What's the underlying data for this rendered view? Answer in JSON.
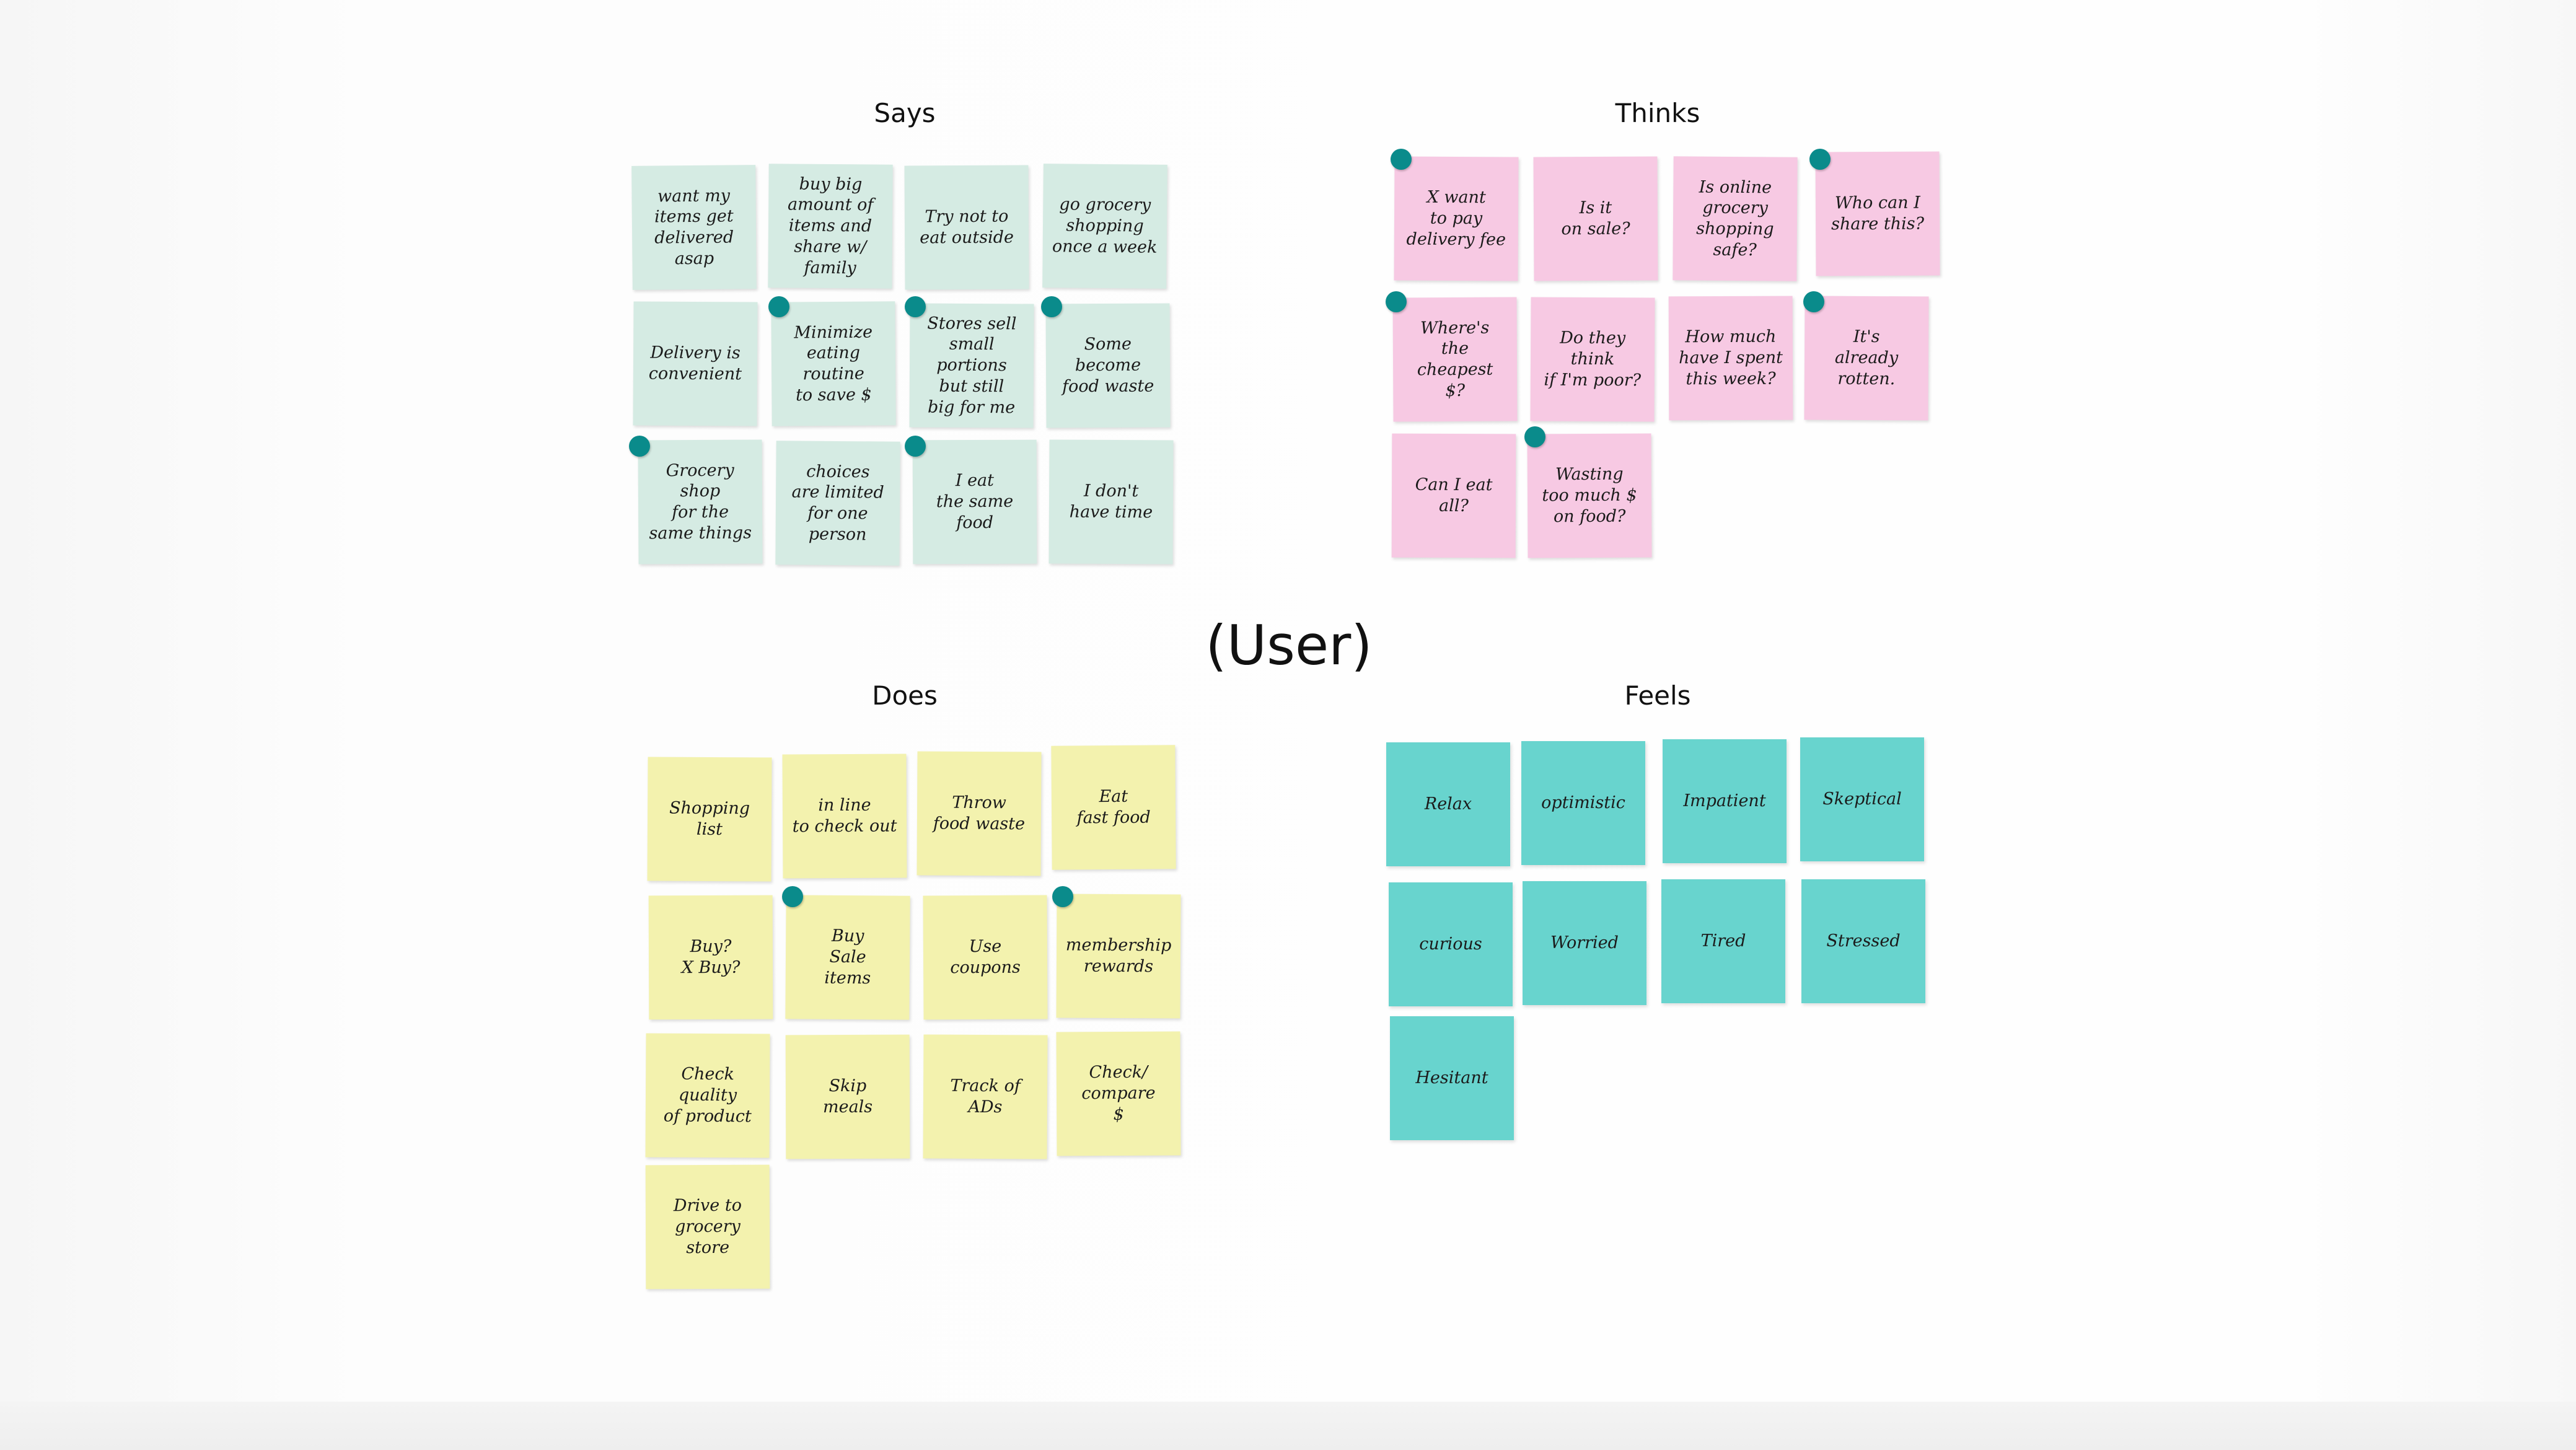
{
  "title": "(User)",
  "colors": {
    "says": "#d5ebe3",
    "thinks": "#f7c9e3",
    "does": "#f3f2ae",
    "feels": "#68d4ce",
    "pin": "#0a8b8b"
  },
  "says": {
    "heading": "Says",
    "notes": [
      "want my\nitems get\ndelivered asap",
      "buy big\namount of\nitems and\nshare w/ family",
      "Try not to\neat outside",
      "go grocery\nshopping\nonce a week",
      "Delivery is\nconvenient",
      "Minimize\neating routine\nto save $",
      "Stores sell\nsmall portions\nbut still\nbig for me",
      "Some\nbecome\nfood waste",
      "Grocery shop\nfor the\nsame things",
      "choices\nare limited\nfor one\nperson",
      "I eat\nthe same\nfood",
      "I don't\nhave time"
    ]
  },
  "thinks": {
    "heading": "Thinks",
    "notes": [
      "X want\nto pay\ndelivery fee",
      "Is it\non sale?",
      "Is online\ngrocery\nshopping\nsafe?",
      "Who can I\nshare this?",
      "Where's\nthe cheapest\n$?",
      "Do they\nthink\nif I'm poor?",
      "How much\nhave I spent\nthis week?",
      "It's\nalready\nrotten.",
      "Can I eat\nall?",
      "Wasting\ntoo much $\non food?"
    ]
  },
  "does": {
    "heading": "Does",
    "notes": [
      "Shopping\nlist",
      "in line\nto check out",
      "Throw\nfood waste",
      "Eat\nfast food",
      "Buy?\nX Buy?",
      "Buy\nSale\nitems",
      "Use\ncoupons",
      "membership\nrewards",
      "Check\nquality\nof product",
      "Skip\nmeals",
      "Track of\nADs",
      "Check/\ncompare\n$",
      "Drive to\ngrocery\nstore"
    ]
  },
  "feels": {
    "heading": "Feels",
    "notes": [
      "Relax",
      "optimistic",
      "Impatient",
      "Skeptical",
      "curious",
      "Worried",
      "Tired",
      "Stressed",
      "Hesitant"
    ]
  }
}
